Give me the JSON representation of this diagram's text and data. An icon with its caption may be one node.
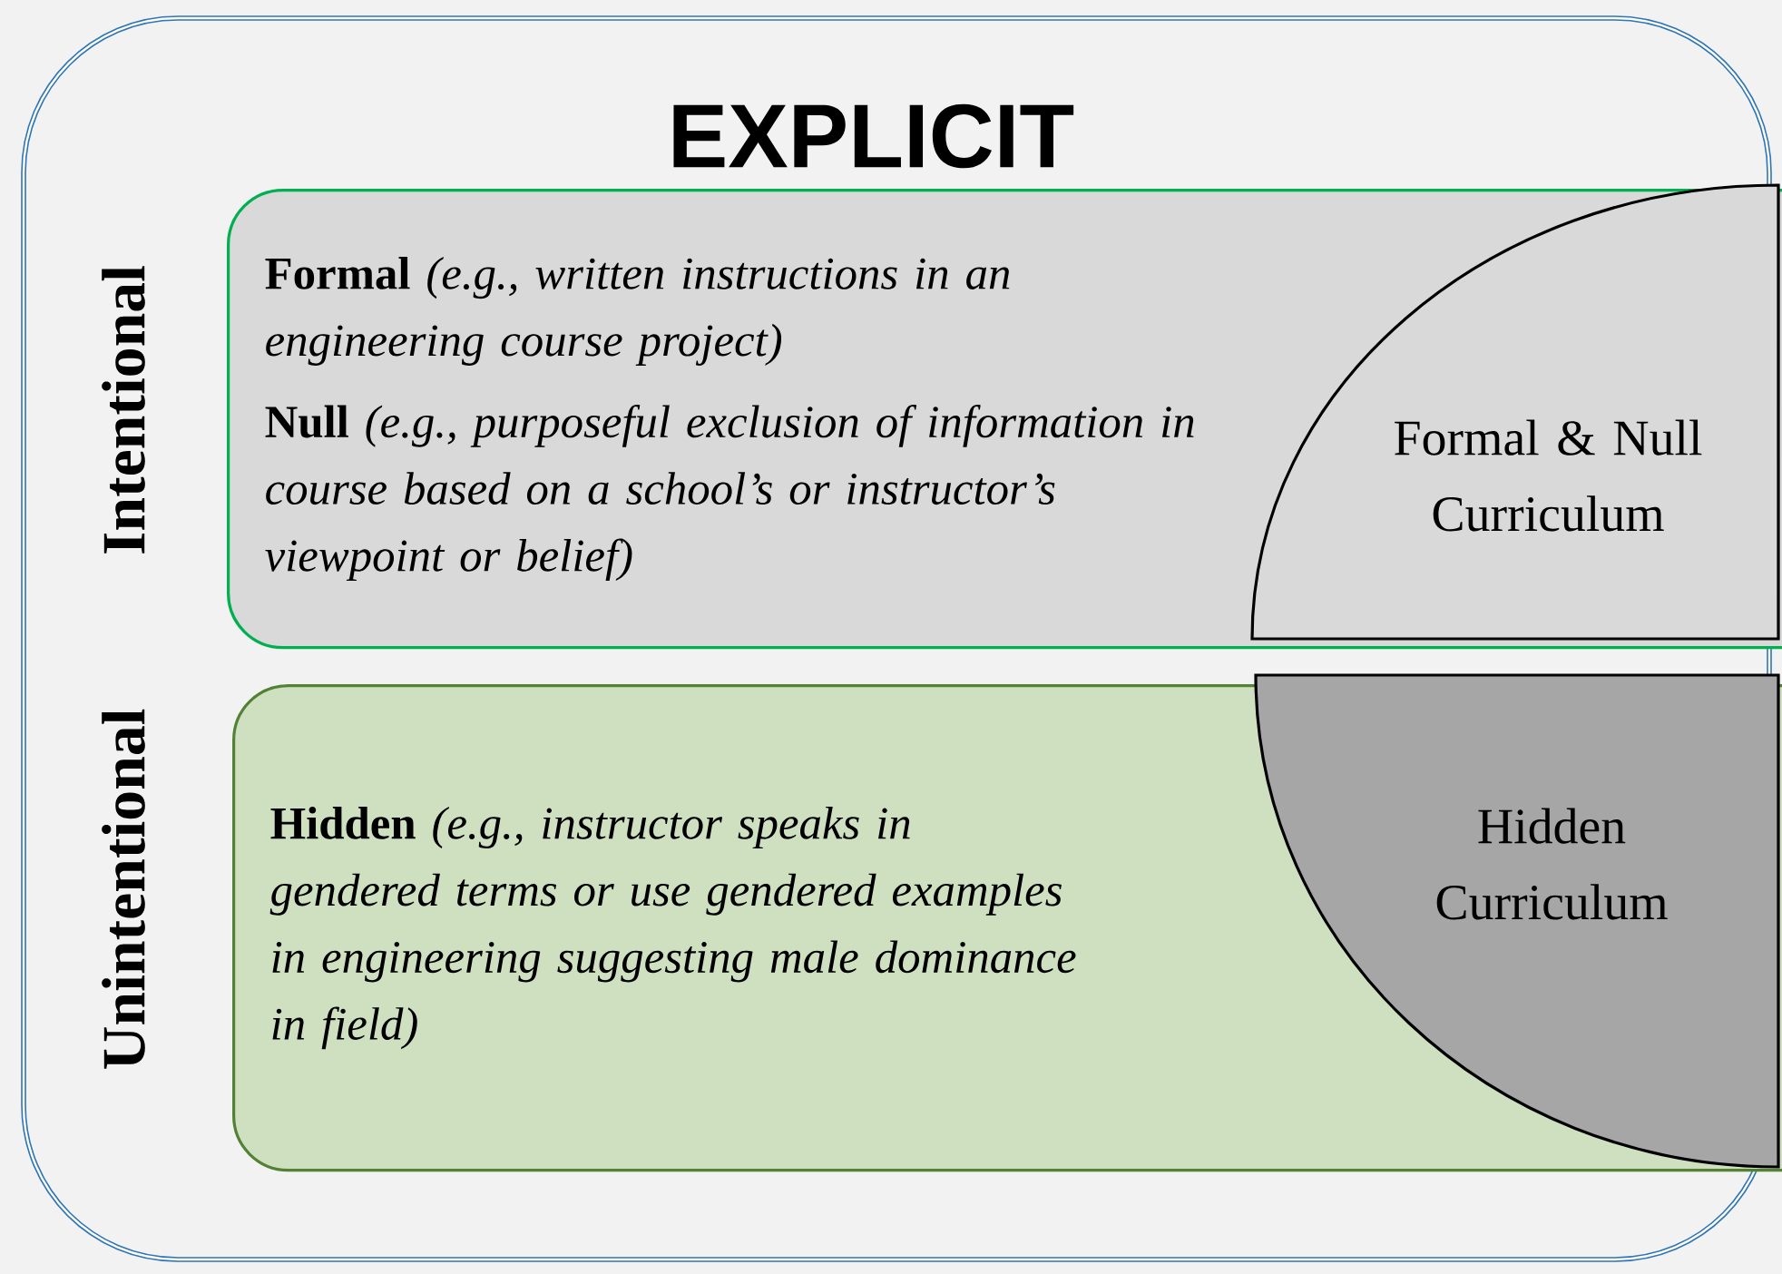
{
  "diagram": {
    "title": "EXPLICIT",
    "nodes": [
      {
        "text": [
          "**Formal** *(e.g., written instructions in an engineering course project)*",
          "**Null** *(e.g., purposeful exclusion of information in course based on a school’s or instructor’s viewpoint or belief)*"
        ]
      },
      {
        "text": [
          "Formal & Null Curriculum"
        ],
        "in": 0
      },
      {
        "text": [
          "**Hidden** *(e.g., instructor speaks in gendered terms or use gendered examples in engineering suggesting male dominance in field)*"
        ]
      },
      {
        "text": [
          "Hidden Curriculum"
        ],
        "in": 2
      }
    ],
    "labels": [
      "Intentional",
      "Unintentional"
    ]
  }
}
